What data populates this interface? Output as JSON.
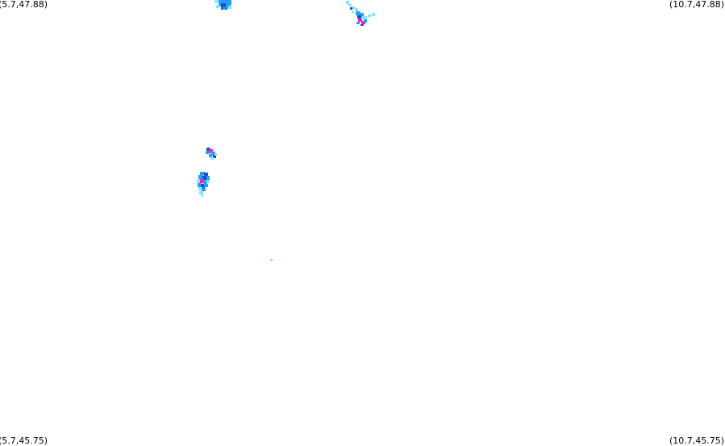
{
  "map": {
    "corner_labels": {
      "top_left": "(5.7,47.88)",
      "top_right": "(10.7,47.88)",
      "bottom_left": "(5.7,45.75)",
      "bottom_right": "(10.7,45.75)"
    },
    "bounds": {
      "lon_min": 5.7,
      "lon_max": 10.7,
      "lat_min": 45.75,
      "lat_max": 47.88
    },
    "colors": {
      "background": "#ffffff",
      "low": "#7fe8ff",
      "mid": "#2a9df4",
      "high": "#1a4fd8",
      "peak": "#ff1fb4"
    },
    "hotspots": [
      {
        "name": "cluster-north-west",
        "lon": 7.28,
        "lat": 47.88
      },
      {
        "name": "cluster-north-east",
        "lon": 8.18,
        "lat": 47.8
      },
      {
        "name": "cluster-central-upper",
        "lon": 7.16,
        "lat": 47.19
      },
      {
        "name": "cluster-central-lower",
        "lon": 7.1,
        "lat": 47.0
      },
      {
        "name": "isolated-point",
        "lon": 7.57,
        "lat": 46.64
      }
    ]
  }
}
